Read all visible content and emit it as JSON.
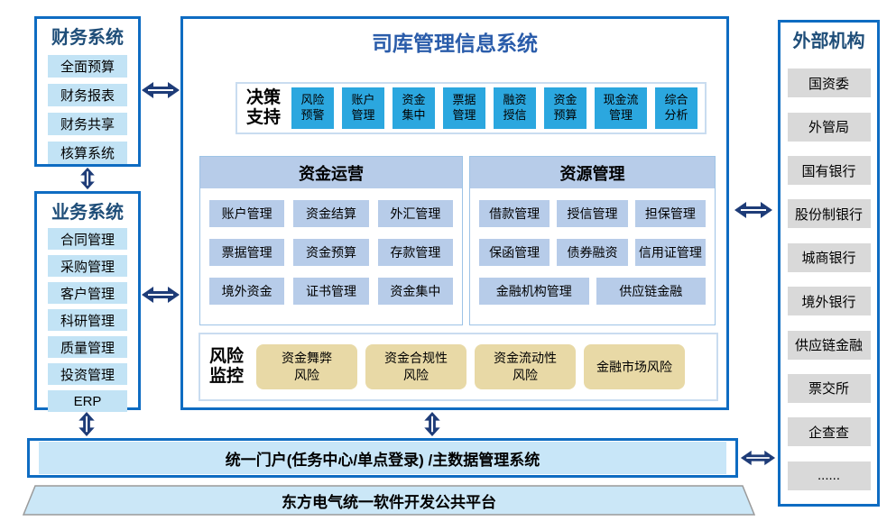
{
  "colors": {
    "box_border": "#0E6CC2",
    "side_header_text": "#1F4E79",
    "center_title_text": "#2A5CAA",
    "bright_blue_item": "#2BA7DF",
    "periwinkle_item": "#B7CCE9",
    "sky_item": "#C2E3F5",
    "tan_item": "#E8D9A6",
    "gray_item": "#D9D9D9",
    "arrow": "#1E3C78",
    "portal_fill": "#C8E6F8"
  },
  "financial_system": {
    "title": "财务系统",
    "items": [
      "全面预算",
      "财务报表",
      "财务共享",
      "核算系统"
    ]
  },
  "business_system": {
    "title": "业务系统",
    "items": [
      "合同管理",
      "采购管理",
      "客户管理",
      "科研管理",
      "质量管理",
      "投资管理",
      "ERP"
    ]
  },
  "treasury": {
    "title": "司库管理信息系统",
    "decision_support": {
      "label": "决策\n支持",
      "items": [
        "风险\n预警",
        "账户\n管理",
        "资金\n集中",
        "票据\n管理",
        "融资\n授信",
        "资金\n预算",
        "现金流\n管理",
        "综合\n分析"
      ]
    },
    "capital_operation": {
      "title": "资金运营",
      "items": [
        "账户管理",
        "资金结算",
        "外汇管理",
        "票据管理",
        "资金预算",
        "存款管理",
        "境外资金",
        "证书管理",
        "资金集中"
      ]
    },
    "resource_management": {
      "title": "资源管理",
      "items": [
        "借款管理",
        "授信管理",
        "担保管理",
        "保函管理",
        "债券融资",
        "信用证管理",
        "金融机构管理",
        "供应链金融"
      ]
    },
    "risk_monitoring": {
      "label": "风险\n监控",
      "items": [
        "资金舞弊\n风险",
        "资金合规性\n风险",
        "资金流动性\n风险",
        "金融市场风险"
      ]
    }
  },
  "external_org": {
    "title": "外部机构",
    "items": [
      "国资委",
      "外管局",
      "国有银行",
      "股份制银行",
      "城商银行",
      "境外银行",
      "供应链金融",
      "票交所",
      "企查查",
      "......"
    ]
  },
  "portal": {
    "label": "统一门户(任务中心/单点登录) /主数据管理系统"
  },
  "platform": {
    "label": "东方电气统一软件开发公共平台"
  }
}
